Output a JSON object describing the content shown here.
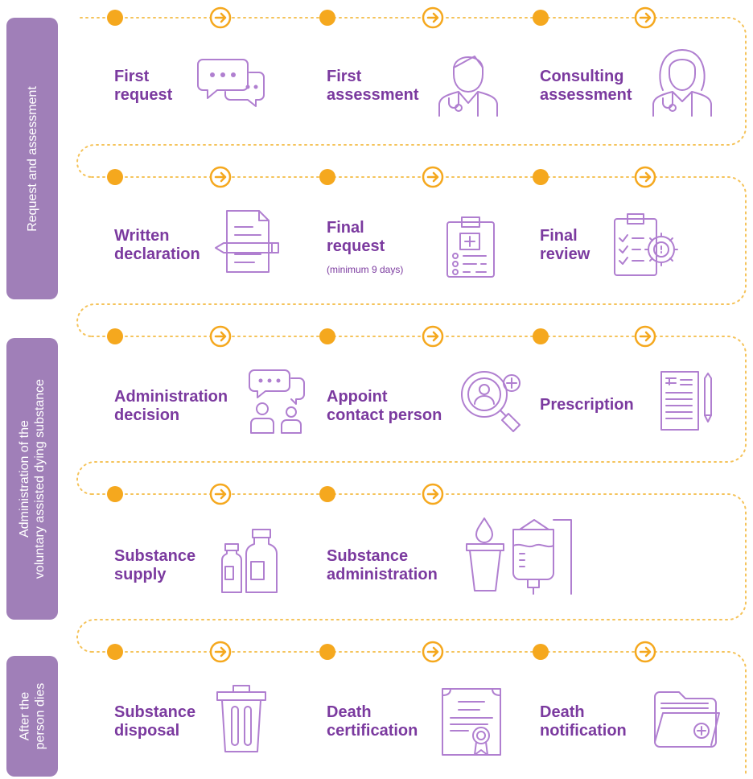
{
  "phases": [
    {
      "label_lines": [
        "Request and assessment"
      ]
    },
    {
      "label_lines": [
        "Administration of the",
        "voluntary assisted dying substance"
      ]
    },
    {
      "label_lines": [
        "After the",
        "person dies"
      ]
    }
  ],
  "steps": [
    {
      "lines": [
        "First",
        "request"
      ],
      "icon": "speech-bubbles-icon"
    },
    {
      "lines": [
        "First",
        "assessment"
      ],
      "icon": "doctor-male-icon"
    },
    {
      "lines": [
        "Consulting",
        "assessment"
      ],
      "icon": "doctor-female-icon"
    },
    {
      "lines": [
        "Written",
        "declaration"
      ],
      "icon": "document-pen-icon"
    },
    {
      "lines": [
        "Final",
        "request"
      ],
      "note": "(minimum 9 days)",
      "icon": "medical-clipboard-icon"
    },
    {
      "lines": [
        "Final",
        "review"
      ],
      "icon": "checklist-gear-icon"
    },
    {
      "lines": [
        "Administration",
        "decision"
      ],
      "icon": "people-discussion-icon"
    },
    {
      "lines": [
        "Appoint",
        "contact person"
      ],
      "icon": "person-search-icon"
    },
    {
      "lines": [
        "Prescription"
      ],
      "icon": "prescription-pen-icon"
    },
    {
      "lines": [
        "Substance",
        "supply"
      ],
      "icon": "bottles-icon"
    },
    {
      "lines": [
        "Substance",
        "administration"
      ],
      "icon": "drip-icon"
    },
    {
      "lines": [
        "Substance",
        "disposal"
      ],
      "icon": "bin-icon"
    },
    {
      "lines": [
        "Death",
        "certification"
      ],
      "icon": "certificate-icon"
    },
    {
      "lines": [
        "Death",
        "notification"
      ],
      "icon": "folder-icon"
    }
  ],
  "colors": {
    "tab": "#a07fb8",
    "text": "#7b3a9f",
    "dot": "#f5a81e",
    "connector": "#f5c35a",
    "icon": "#b07fd0"
  }
}
